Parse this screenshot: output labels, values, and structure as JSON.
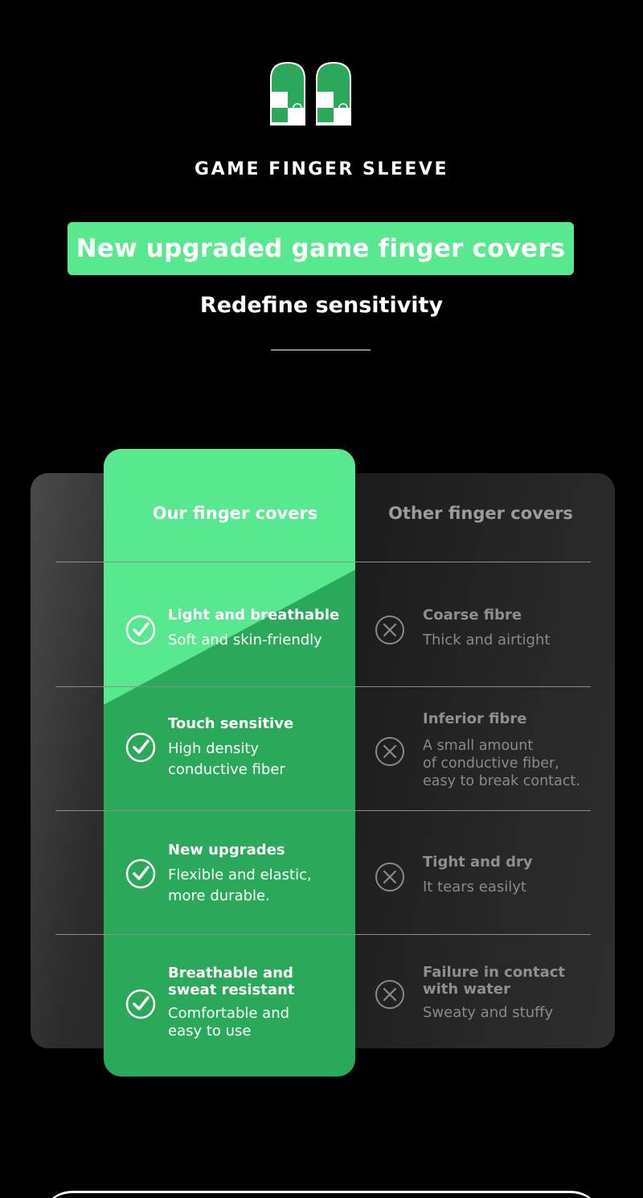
{
  "brand": {
    "title": "GAME FINGER SLEEVE"
  },
  "headline": "New upgraded game finger covers",
  "subheadline": "Redefine sensitivity",
  "columns": {
    "ours": "Our finger covers",
    "others": "Other finger covers"
  },
  "rows": [
    {
      "ours_title": "Light and breathable",
      "ours_desc": "Soft and skin-friendly",
      "others_title": "Coarse fibre",
      "others_desc": "Thick and airtight"
    },
    {
      "ours_title": "Touch sensitive",
      "ours_desc_1": "High density",
      "ours_desc_2": "conductive fiber",
      "others_title": "Inferior fibre",
      "others_desc_1": "A small amount",
      "others_desc_2": "of conductive fiber,",
      "others_desc_3": "easy to break contact."
    },
    {
      "ours_title": "New upgrades",
      "ours_desc_1": "Flexible and elastic,",
      "ours_desc_2": "more durable.",
      "others_title": "Tight and dry",
      "others_desc": "It tears easilyt"
    },
    {
      "ours_title_1": "Breathable and",
      "ours_title_2": "sweat resistant",
      "ours_desc_1": "Comfortable and",
      "ours_desc_2": "easy to use",
      "others_title_1": "Failure in contact",
      "others_title_2": "with water",
      "others_desc": "Sweaty and stuffy"
    }
  ],
  "colors": {
    "accent_green": "#58e88f",
    "dark_green": "#2aa95a",
    "muted_gray": "#8f8f8f"
  },
  "icons": {
    "ours": "check-circle-icon",
    "others": "x-circle-icon",
    "logo": "finger-sleeve-logo-icon"
  }
}
